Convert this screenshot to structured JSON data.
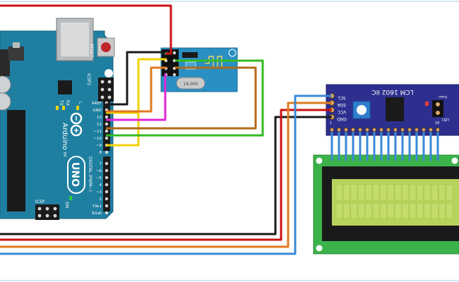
{
  "arduino": {
    "reset_label": "RESET",
    "icsp2_label": "ICSP2",
    "icsp_label": "ICSP",
    "brand_label": "Arduino",
    "tm_label": "TM",
    "model_label": "UNO",
    "digital_label": "DIGITAL (PWM~)",
    "on_label": "ON",
    "tx_label": "TX",
    "rx_label": "RX",
    "l_label": "L",
    "pin_labels": [
      "AREF",
      "GND",
      "13",
      "12",
      "~11",
      "~10",
      "~9",
      "8",
      "7",
      "~6",
      "~5",
      "4",
      "~3",
      "2",
      "TX▸1",
      "RX◂0"
    ]
  },
  "rf_module": {
    "crystal_label": "16.000"
  },
  "lcd_backpack": {
    "title": "LCM 1602 IIC",
    "pin_labels": [
      "SCL",
      "SDA",
      "VCC",
      "GND"
    ],
    "power_label": "Power",
    "led_label": "LED",
    "pin_numbers": [
      "1",
      "16"
    ]
  },
  "colors": {
    "arduino_board": "#1f7fa1",
    "rf_board": "#2a8fc2",
    "lcd_board": "#2d2f8f",
    "lcd_screen": "#b8d35c",
    "wire_red": "#cc1111",
    "wire_black": "#1a1a1a",
    "wire_yellow": "#f2d100",
    "wire_orange": "#e07a1e",
    "wire_magenta": "#e026d8",
    "wire_green": "#33bb22",
    "wire_brown": "#b06b1a",
    "wire_blue": "#3a88d6"
  }
}
